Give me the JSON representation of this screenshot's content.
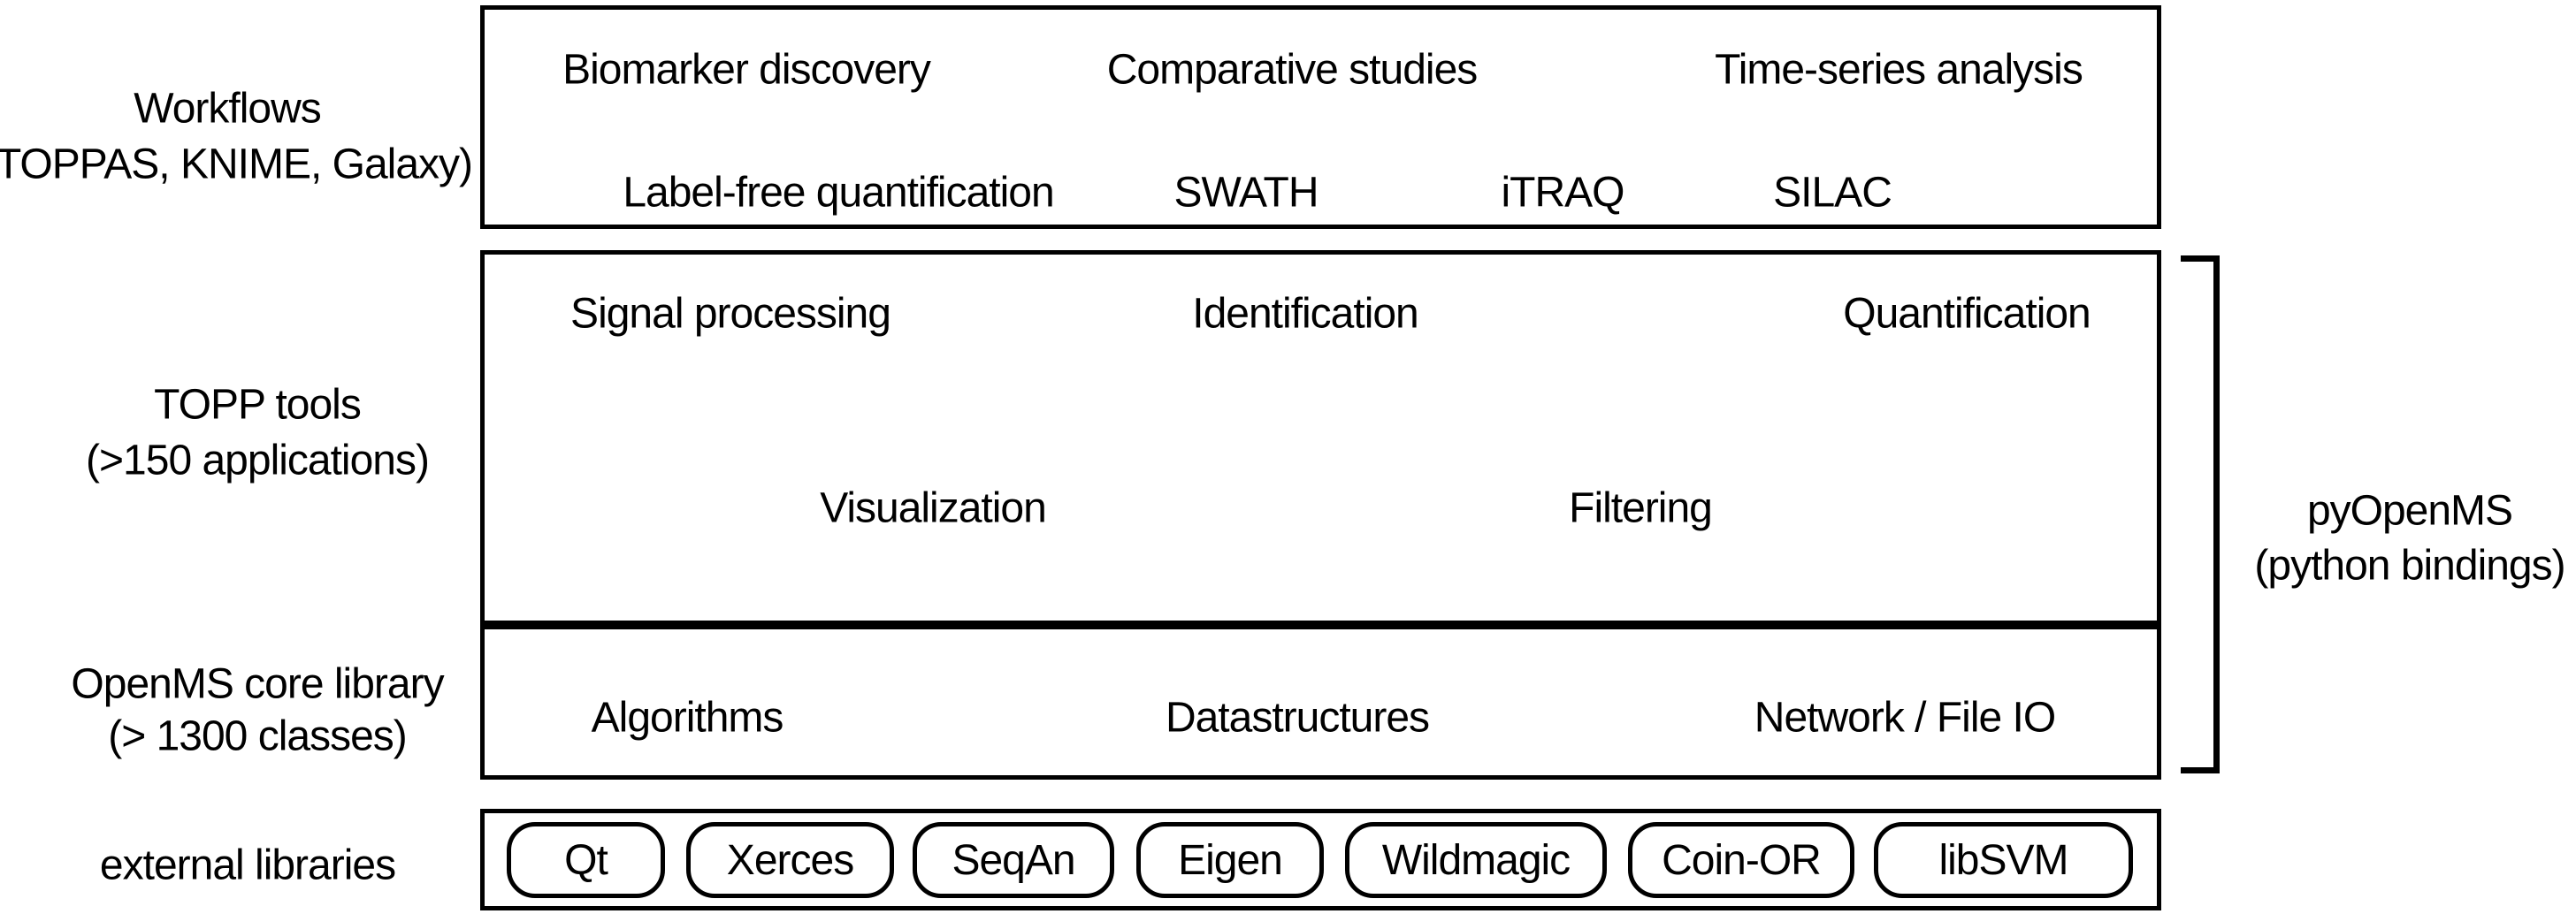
{
  "colors": {
    "ink": "#000000",
    "background": "#ffffff"
  },
  "left_labels": {
    "workflows_title": "Workflows",
    "workflows_sub": "(TOPPAS, KNIME, Galaxy)",
    "topp_title": "TOPP tools",
    "topp_sub": "(>150 applications)",
    "core_title": "OpenMS core library",
    "core_sub": "(> 1300 classes)",
    "external_title": "external libraries"
  },
  "workflows_box": {
    "row1": [
      "Biomarker discovery",
      "Comparative studies",
      "Time-series analysis"
    ],
    "row2": [
      "Label-free quantification",
      "SWATH",
      "iTRAQ",
      "SILAC"
    ]
  },
  "topp_box": {
    "row1": [
      "Signal processing",
      "Identification",
      "Quantification"
    ],
    "row2": [
      "Visualization",
      "Filtering"
    ]
  },
  "core_box": {
    "row1": [
      "Algorithms",
      "Datastructures",
      "Network / File IO"
    ]
  },
  "external_box": {
    "pills": [
      "Qt",
      "Xerces",
      "SeqAn",
      "Eigen",
      "Wildmagic",
      "Coin-OR",
      "libSVM"
    ]
  },
  "pyopenms_label": {
    "line1": "pyOpenMS",
    "line2": "(python bindings)"
  }
}
